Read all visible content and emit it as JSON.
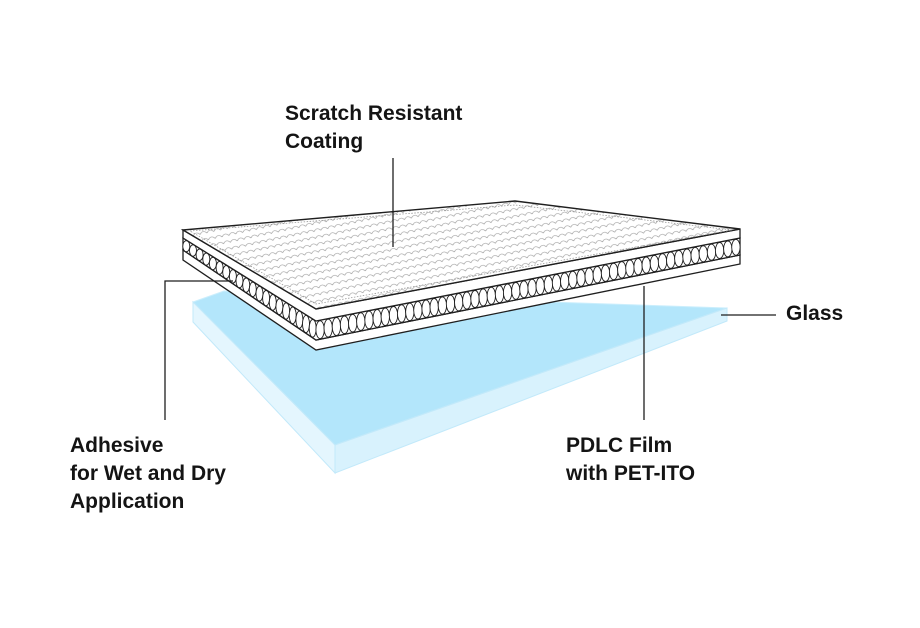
{
  "labels": {
    "coating": [
      "Scratch Resistant",
      "Coating"
    ],
    "glass": [
      "Glass"
    ],
    "adhesive": [
      "Adhesive",
      "for Wet and Dry",
      "Application"
    ],
    "pdlc": [
      "PDLC Film",
      "with PET-ITO"
    ]
  },
  "colors": {
    "glass_fill": "#b3e6fb",
    "glass_edge": "#d8f2fd",
    "outline": "#1f1f1f",
    "text": "#141414"
  }
}
